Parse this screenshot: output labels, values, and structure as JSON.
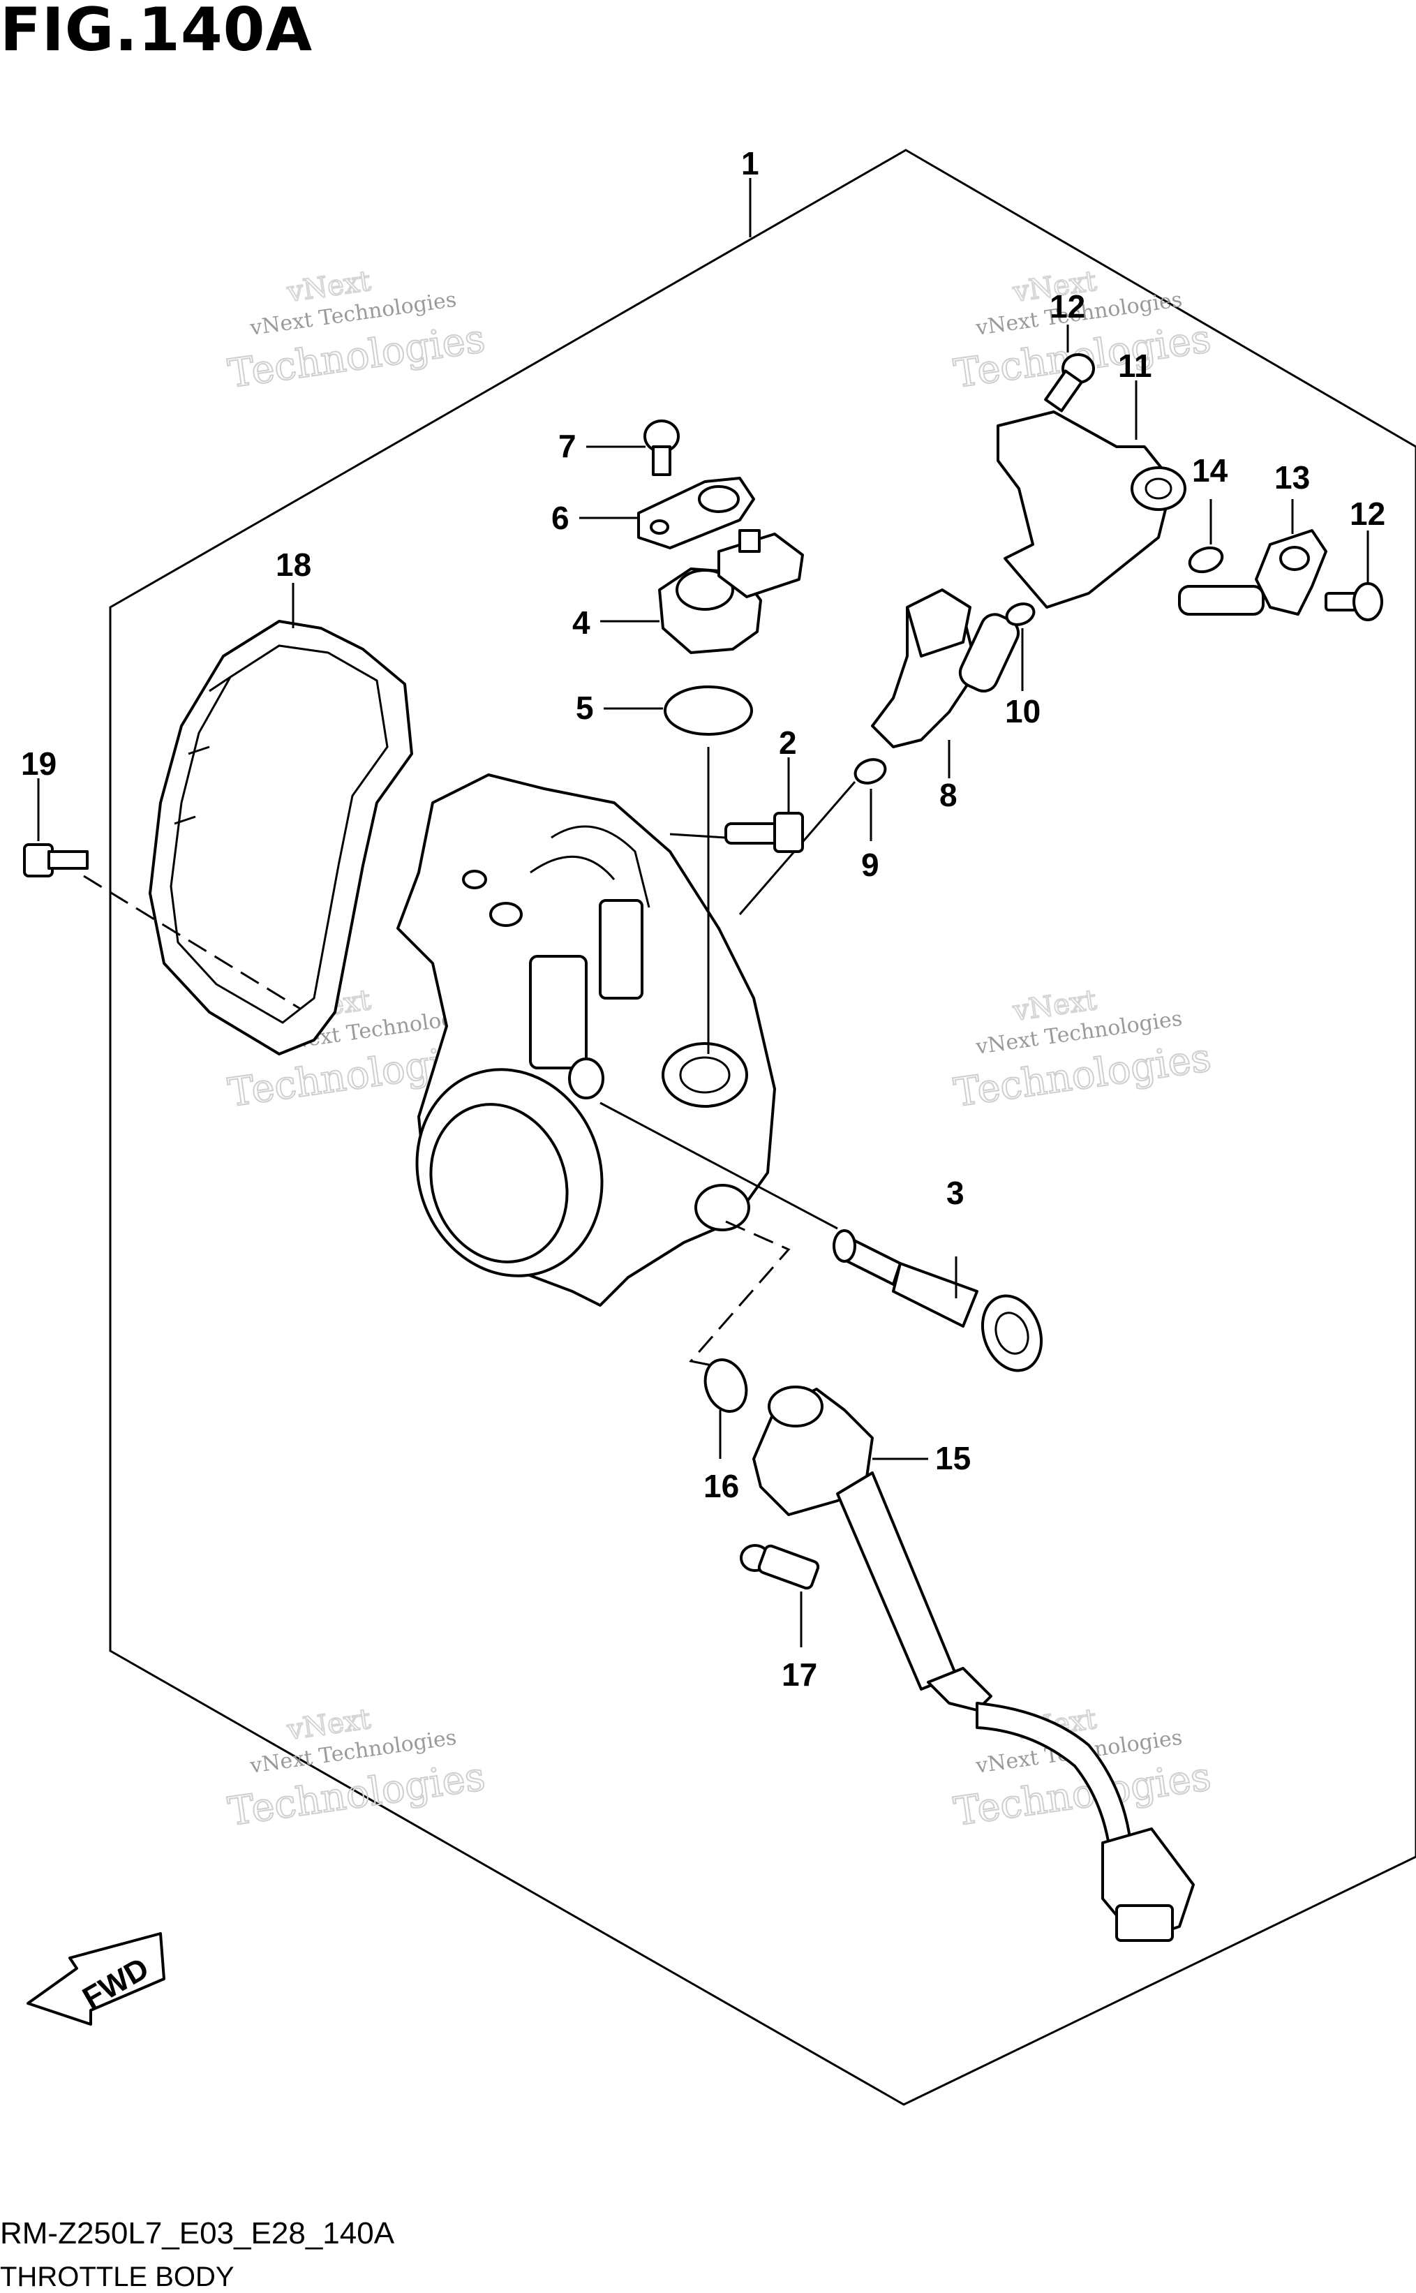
{
  "figure": {
    "title": "FIG.140A",
    "code": "RM-Z250L7_E03_E28_140A",
    "name": "THROTTLE BODY"
  },
  "watermark": {
    "line1": "vNext Technologies",
    "line2": "Technologies",
    "line3": "vNext"
  },
  "callouts": {
    "c1": "1",
    "c2": "2",
    "c3": "3",
    "c4": "4",
    "c5": "5",
    "c6": "6",
    "c7": "7",
    "c8": "8",
    "c9": "9",
    "c10": "10",
    "c11": "11",
    "c12a": "12",
    "c12b": "12",
    "c13": "13",
    "c14": "14",
    "c15": "15",
    "c16": "16",
    "c17": "17",
    "c18": "18",
    "c19": "19"
  },
  "fwd_label": "FWD"
}
